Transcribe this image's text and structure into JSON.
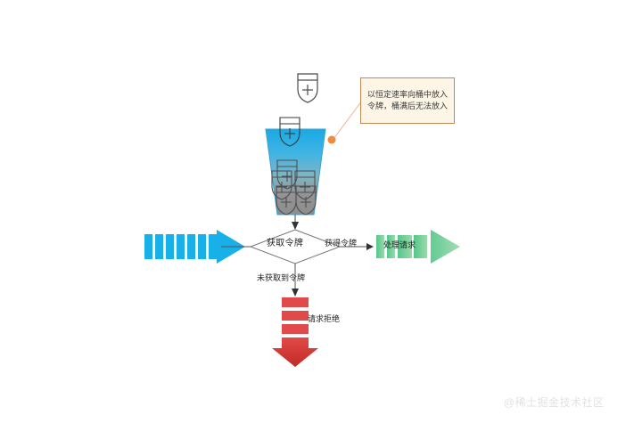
{
  "diagram": {
    "title": "token-bucket-rate-limiter",
    "callout": {
      "text": "以恒定速率向桶中放入令牌，桶满后无法放入",
      "bg_color": "#fdf5e6",
      "border_color": "#c08a52",
      "dot_color": "#f08a3c",
      "line_color": "#f3b9a6"
    },
    "decision": {
      "label": "获取令牌",
      "stroke_color": "#777777"
    },
    "edges": {
      "yes_label": "获得令牌",
      "no_label": "未获取到令牌"
    },
    "flows": {
      "incoming_requests": {
        "label": "",
        "color": "#17b0e8",
        "segments": 7
      },
      "process_request": {
        "label": "处理请求",
        "color_start": "#5cc98f",
        "color_end": "#8fd6a5",
        "segments": 3
      },
      "reject_request": {
        "label": "请求拒绝",
        "color": "#e04a4a",
        "segments": 3
      }
    },
    "bucket": {
      "top_color": "#2fa8e0",
      "bottom_color": "#8a8a8a",
      "token_count_inside": 5,
      "token_falling_count": 1,
      "token_glyph": "+"
    }
  },
  "watermark": {
    "text": "@稀土掘金技术社区",
    "color": "#e2e2e2"
  }
}
